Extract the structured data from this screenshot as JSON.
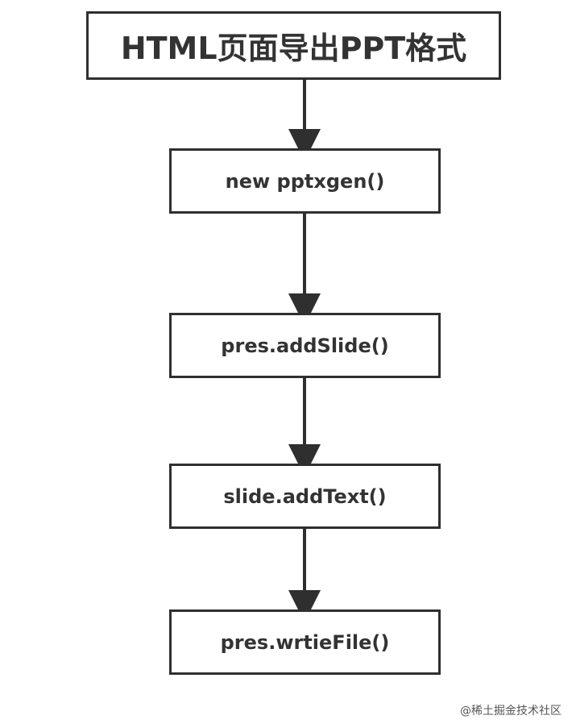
{
  "flowchart": {
    "title": "HTML页面导出PPT格式",
    "steps": [
      {
        "label": "new pptxgen()"
      },
      {
        "label": "pres.addSlide()"
      },
      {
        "label": "slide.addText()"
      },
      {
        "label": "pres.wrtieFile()"
      }
    ],
    "line_color": "#2f2f2f",
    "text_color": "#333333"
  },
  "watermark": {
    "text": "@稀土掘金技术社区"
  }
}
